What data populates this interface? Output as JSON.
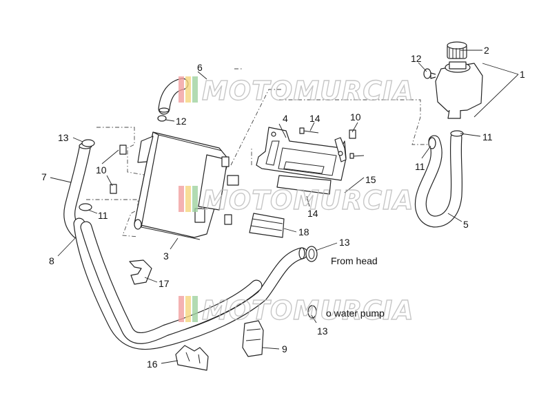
{
  "diagram": {
    "watermark": "MOTOMURCIA",
    "watermark_colors": [
      "#f2a0a0",
      "#f6d77e",
      "#9fd3a0",
      "#b9b9b9"
    ],
    "callouts": [
      {
        "id": "c1",
        "label": "1"
      },
      {
        "id": "c2",
        "label": "2"
      },
      {
        "id": "c3",
        "label": "3"
      },
      {
        "id": "c4",
        "label": "4"
      },
      {
        "id": "c5",
        "label": "5"
      },
      {
        "id": "c6",
        "label": "6"
      },
      {
        "id": "c7",
        "label": "7"
      },
      {
        "id": "c8",
        "label": "8"
      },
      {
        "id": "c9",
        "label": "9"
      },
      {
        "id": "c10a",
        "label": "10"
      },
      {
        "id": "c10b",
        "label": "10"
      },
      {
        "id": "c11a",
        "label": "11"
      },
      {
        "id": "c11b",
        "label": "11"
      },
      {
        "id": "c11c",
        "label": "11"
      },
      {
        "id": "c12a",
        "label": "12"
      },
      {
        "id": "c12b",
        "label": "12"
      },
      {
        "id": "c13a",
        "label": "13"
      },
      {
        "id": "c13b",
        "label": "13"
      },
      {
        "id": "c13c",
        "label": "13"
      },
      {
        "id": "c14a",
        "label": "14"
      },
      {
        "id": "c14b",
        "label": "14"
      },
      {
        "id": "c15",
        "label": "15"
      },
      {
        "id": "c16",
        "label": "16"
      },
      {
        "id": "c17",
        "label": "17"
      },
      {
        "id": "c18",
        "label": "18"
      }
    ],
    "notes": {
      "from_head": "From head",
      "water_pump": "o water pump"
    }
  }
}
